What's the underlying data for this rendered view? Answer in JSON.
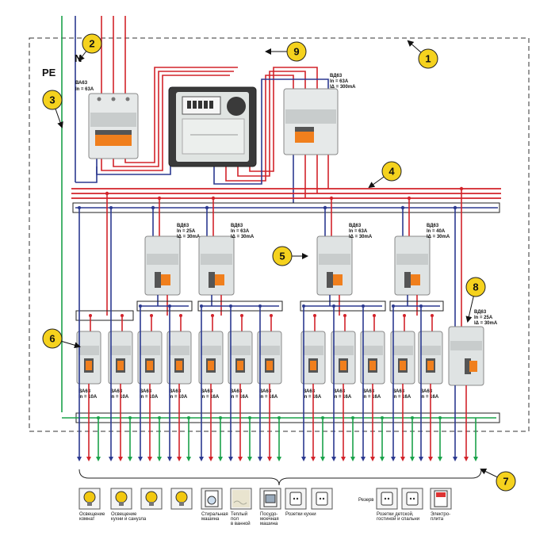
{
  "labels": {
    "pe": "PE",
    "n": "N",
    "reserve": "Резерв"
  },
  "callouts": [
    "1",
    "2",
    "3",
    "4",
    "5",
    "6",
    "7",
    "8",
    "9"
  ],
  "main_breaker": [
    "ВА63",
    "In = 63A"
  ],
  "main_rcd": [
    "ВД63",
    "In = 63A",
    "IΔ = 300mA"
  ],
  "rcds": [
    [
      "ВД63",
      "In = 25A",
      "IΔ = 30mA"
    ],
    [
      "ВД63",
      "In = 63A",
      "IΔ = 30mA"
    ],
    [
      "ВД63",
      "In = 63A",
      "IΔ = 30mA"
    ],
    [
      "ВД63",
      "In = 40A",
      "IΔ = 30mA"
    ]
  ],
  "rcbo": [
    "ВД63",
    "In = 25A",
    "IΔ = 30mA"
  ],
  "breakers": [
    [
      "ВА63",
      "In = 10A"
    ],
    [
      "ВА63",
      "In = 10A"
    ],
    [
      "ВА63",
      "In = 10A"
    ],
    [
      "ВА63",
      "In = 10A"
    ],
    [
      "ВА63",
      "In = 16A"
    ],
    [
      "ВА63",
      "In = 16A"
    ],
    [
      "ВА63",
      "In = 16A"
    ],
    [
      "ВА63",
      "In = 16A"
    ],
    [
      "ВА63",
      "In = 16A"
    ],
    [
      "ВА63",
      "In = 16A"
    ],
    [
      "ВА63",
      "In = 16A"
    ],
    [
      "ВА63",
      "In = 16A"
    ]
  ],
  "consumers": [
    {
      "icon": "lamp-icon",
      "label": [
        "Освещение",
        "комнат"
      ]
    },
    {
      "icon": "lamp-icon",
      "label": [
        "Освещение",
        "кухни и санузла"
      ]
    },
    {
      "icon": "lamp-icon",
      "label": []
    },
    {
      "icon": "lamp-icon",
      "label": []
    },
    {
      "icon": "washing-machine-icon",
      "label": [
        "Стиральная",
        "машина"
      ]
    },
    {
      "icon": "heated-floor-icon",
      "label": [
        "Теплый",
        "пол",
        "в ванной"
      ]
    },
    {
      "icon": "dishwasher-icon",
      "label": [
        "Посудо-",
        "моечная",
        "машина"
      ]
    },
    {
      "icon": "socket-icon",
      "label": [
        "Розетки кухни"
      ]
    },
    {
      "icon": "socket-icon",
      "label": []
    },
    {
      "icon": "socket-icon",
      "label": [
        "Розетки  детской,",
        "гостиной и спальни"
      ]
    },
    {
      "icon": "socket-icon",
      "label": []
    },
    {
      "icon": "stove-icon",
      "label": [
        "Электро-",
        "плита"
      ]
    }
  ],
  "colors": {
    "phase": "#d2232a",
    "neutral": "#2b3990",
    "pe": "#1aa24a",
    "frame": "#333333",
    "device": "#dfe3e3",
    "handle": "#f07f1d"
  }
}
